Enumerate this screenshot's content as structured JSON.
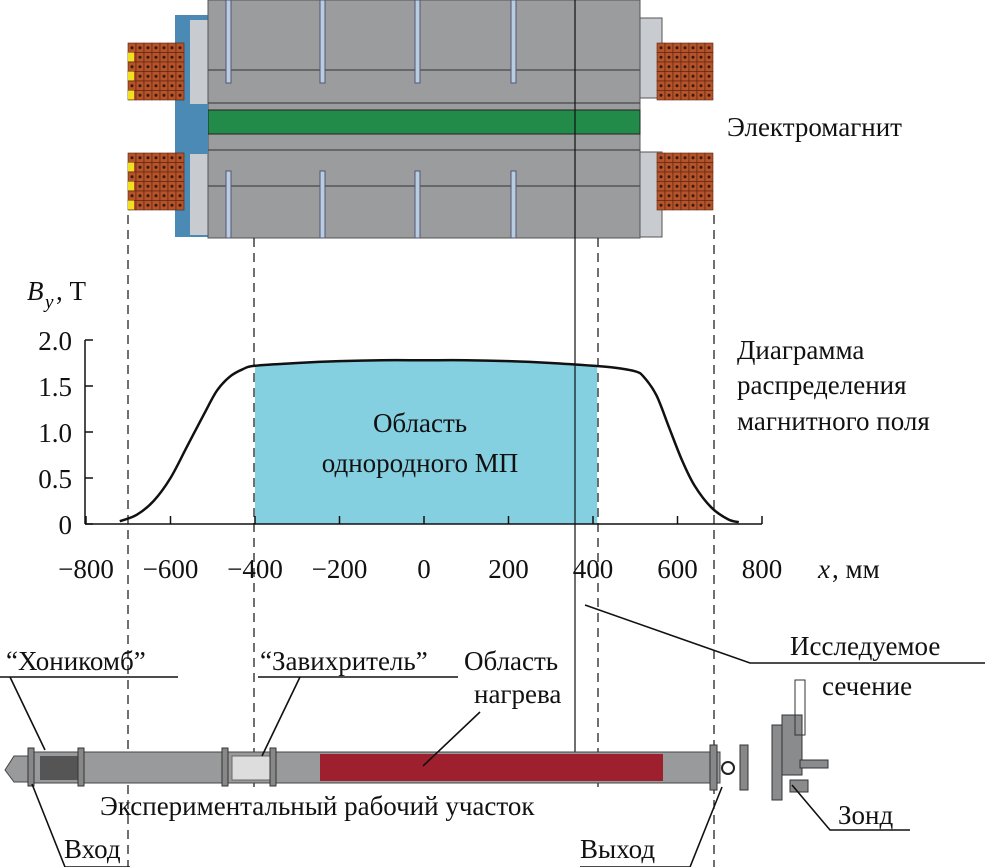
{
  "labels": {
    "electromagnet": "Электромагнит",
    "diagram_line1": "Диаграмма",
    "diagram_line2": "распределения",
    "diagram_line3": "магнитного поля",
    "uniform_line1": "Область",
    "uniform_line2": "однородного МП",
    "honeycomb": "“Хоникомб”",
    "swirler": "“Завихритель”",
    "heating_line1": "Область",
    "heating_line2": "нагрева",
    "section_line1": "Исследуемое",
    "section_line2": "сечение",
    "test_section": "Экспериментальный рабочий участок",
    "inlet": "Вход",
    "outlet": "Выход",
    "probe": "Зонд"
  },
  "colors": {
    "uniform_fill": "#85d0e0",
    "magnet_body": "#9a9c9e",
    "channel": "#228b4a",
    "coil": "#b5532a",
    "heating": "#9e1f2e",
    "pipe": "#999a9b"
  },
  "chart_data": {
    "type": "line",
    "ylabel_main": "B",
    "ylabel_sub": "y",
    "ylabel_unit": ", Т",
    "xlabel_var": "x",
    "xlabel_unit": ", мм",
    "xlim": [
      -800,
      800
    ],
    "ylim": [
      0,
      2.0
    ],
    "xticks": [
      "−800",
      "−600",
      "−400",
      "−200",
      "0",
      "200",
      "400",
      "600",
      "800"
    ],
    "xtick_values": [
      -800,
      -600,
      -400,
      -200,
      0,
      200,
      400,
      600,
      800
    ],
    "yticks": [
      "0",
      "0.5",
      "1.0",
      "1.5",
      "2.0"
    ],
    "ytick_values": [
      0,
      0.5,
      1.0,
      1.5,
      2.0
    ],
    "uniform_region": [
      -400,
      410
    ],
    "studied_section_x": 357,
    "x": [
      -720,
      -680,
      -640,
      -600,
      -560,
      -520,
      -490,
      -460,
      -430,
      -400,
      -300,
      -200,
      -100,
      0,
      100,
      200,
      300,
      400,
      450,
      500,
      520,
      550,
      580,
      610,
      640,
      680,
      720,
      745
    ],
    "y": [
      0.03,
      0.1,
      0.25,
      0.5,
      0.85,
      1.2,
      1.45,
      1.6,
      1.68,
      1.72,
      1.75,
      1.77,
      1.78,
      1.78,
      1.78,
      1.77,
      1.75,
      1.72,
      1.7,
      1.66,
      1.6,
      1.4,
      1.05,
      0.7,
      0.42,
      0.18,
      0.05,
      0.02
    ]
  }
}
